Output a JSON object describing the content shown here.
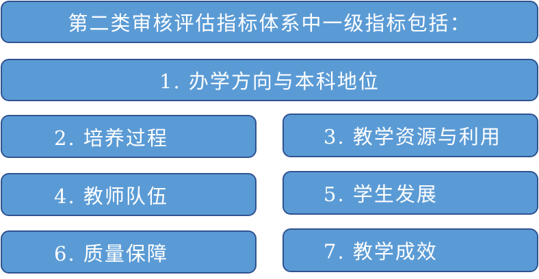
{
  "diagram": {
    "title": "第二类审核评估指标体系中一级指标包括：",
    "items": [
      {
        "number": "1",
        "label": "1. 办学方向与本科地位"
      },
      {
        "number": "2",
        "label": "2. 培养过程"
      },
      {
        "number": "3",
        "label": "3. 教学资源与利用"
      },
      {
        "number": "4",
        "label": "4. 教师队伍"
      },
      {
        "number": "5",
        "label": "5. 学生发展"
      },
      {
        "number": "6",
        "label": "6. 质量保障"
      },
      {
        "number": "7",
        "label": "7. 教学成效"
      }
    ],
    "colors": {
      "box_fill": "#5b9bd5",
      "box_border": "#2f528f",
      "text": "#ffffff",
      "background": "#ffffff"
    }
  }
}
